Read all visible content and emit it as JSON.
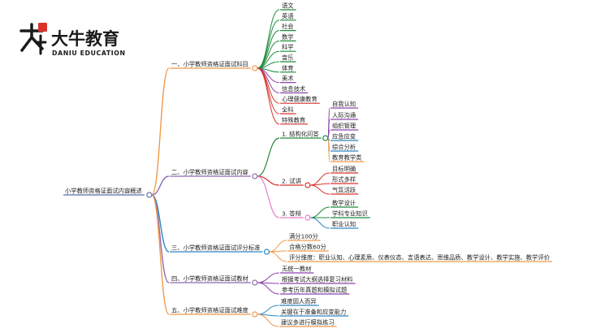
{
  "logo": {
    "name_cn": "大牛教育",
    "name_en": "DANIU EDUCATION",
    "mark_text": "大牛",
    "seal_text": "教育",
    "color": "#1a1a1a",
    "accent": "#d9332b"
  },
  "root": {
    "label": "小学教师资格证面试内容概述",
    "color": "#5b6fa8"
  },
  "branches": [
    {
      "label": "一、小学教师资格证面试科目",
      "color": "#f2994a",
      "children": [
        {
          "label": "语文",
          "color": "#1e8c3a"
        },
        {
          "label": "英语",
          "color": "#1e8c3a"
        },
        {
          "label": "社会",
          "color": "#1e8c3a"
        },
        {
          "label": "数学",
          "color": "#1e8c3a"
        },
        {
          "label": "科学",
          "color": "#1e8c3a"
        },
        {
          "label": "音乐",
          "color": "#1e8c3a"
        },
        {
          "label": "体育",
          "color": "#1e8c3a"
        },
        {
          "label": "美术",
          "color": "#8e44ad"
        },
        {
          "label": "信息技术",
          "color": "#8e44ad"
        },
        {
          "label": "心理健康教育",
          "color": "#d9332b"
        },
        {
          "label": "全科",
          "color": "#d9332b"
        },
        {
          "label": "特殊教育",
          "color": "#d9332b"
        }
      ]
    },
    {
      "label": "二、小学教师资格证面试内容",
      "color": "#8e6bb0",
      "children": [
        {
          "label": "1. 结构化问答",
          "color": "#1e8c3a",
          "children": [
            {
              "label": "自我认知",
              "color": "#8e44ad"
            },
            {
              "label": "人际沟通",
              "color": "#8e44ad"
            },
            {
              "label": "组织管理",
              "color": "#8e44ad"
            },
            {
              "label": "应急应变",
              "color": "#2e86c1"
            },
            {
              "label": "综合分析",
              "color": "#2e86c1"
            },
            {
              "label": "教育教学类",
              "color": "#f2994a"
            }
          ]
        },
        {
          "label": "2. 试讲",
          "color": "#d9332b",
          "children": [
            {
              "label": "目标明确",
              "color": "#d9332b"
            },
            {
              "label": "形式多样",
              "color": "#d9332b"
            },
            {
              "label": "气氛活跃",
              "color": "#d9332b"
            }
          ]
        },
        {
          "label": "3. 答辩",
          "color": "#e67ec5",
          "children": [
            {
              "label": "教学设计",
              "color": "#1e8c3a"
            },
            {
              "label": "学科专业知识",
              "color": "#1e8c3a"
            },
            {
              "label": "职业认知",
              "color": "#2e86c1"
            }
          ]
        }
      ]
    },
    {
      "label": "三、小学教师资格证面试评分标准",
      "color": "#2e86c1",
      "children": [
        {
          "label": "满分100分",
          "color": "#f2994a"
        },
        {
          "label": "合格分数60分",
          "color": "#f2994a"
        },
        {
          "label": "评分维度：职业认知、心理素质、仪表仪态、言语表达、思维品质、教学设计、教学实施、教学评价",
          "color": "#f2994a"
        }
      ]
    },
    {
      "label": "四、小学教师资格证面试教材",
      "color": "#8e6bb0",
      "children": [
        {
          "label": "无统一教材",
          "color": "#8e44ad"
        },
        {
          "label": "根据考试大纲选择复习材料",
          "color": "#8e44ad"
        },
        {
          "label": "参考历年真题和模拟试题",
          "color": "#8e44ad"
        }
      ]
    },
    {
      "label": "五、小学教师资格证面试难度",
      "color": "#f2994a",
      "children": [
        {
          "label": "难度因人而异",
          "color": "#2e86c1"
        },
        {
          "label": "关键在于准备和应变能力",
          "color": "#2e86c1"
        },
        {
          "label": "建议多进行模拟练习",
          "color": "#f2994a"
        }
      ]
    }
  ]
}
